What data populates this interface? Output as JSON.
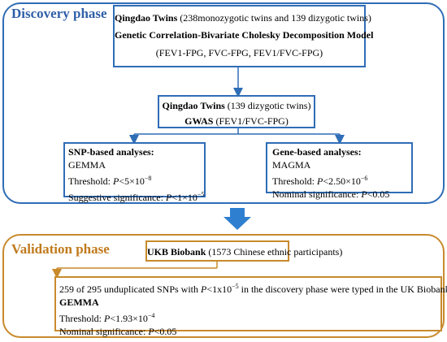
{
  "discovery": {
    "title": "Discovery phase",
    "box1": {
      "line1_bold": "Qingdao Twins",
      "line1_rest": " (238monozygotic twins and 139 dizygotic twins)",
      "line2": "Genetic Correlation-Bivariate Cholesky Decomposition Model",
      "line3": "(FEV1-FPG, FVC-FPG, FEV1/FVC-FPG)"
    },
    "box2": {
      "line1_bold": "Qingdao Twins",
      "line1_rest": " (139 dizygotic twins)",
      "line2_bold": "GWAS",
      "line2_rest": " (FEV1/FVC-FPG)"
    },
    "snp": {
      "heading": "SNP-based analyses:",
      "method": "GEMMA",
      "threshold_label": "Threshold: ",
      "threshold_p": "P",
      "threshold_value": "<5×10",
      "threshold_exp": "−8",
      "suggestive_label": "Suggestive significance: ",
      "suggestive_p": "P",
      "suggestive_value": "<1×10",
      "suggestive_exp": "−5"
    },
    "gene": {
      "heading": "Gene-based analyses:",
      "method": "MAGMA",
      "threshold_label": "Threshold: ",
      "threshold_p": "P",
      "threshold_value": "<2.50×10",
      "threshold_exp": "−6",
      "nominal_label": "Nominal significance: ",
      "nominal_p": "P",
      "nominal_value": "<0.05"
    }
  },
  "validation": {
    "title": "Validation phase",
    "ukb": {
      "bold": "UKB Biobank",
      "rest": " (1573 Chinese ethnic participants)"
    },
    "result": {
      "line1_a": "259 of 295 unduplicated SNPs with ",
      "line1_p": "P",
      "line1_b": "<1x10",
      "line1_exp": "−5",
      "line1_c": " in the discovery phase were typed in the UK Biobank:",
      "method": "GEMMA",
      "threshold_label": "Threshold: ",
      "threshold_p": "P",
      "threshold_value": "<1.93×10",
      "threshold_exp": "−4",
      "nominal_label": "Nominal significance: ",
      "nominal_p": "P",
      "nominal_value": "<0.05"
    }
  },
  "colors": {
    "discovery_border": "#2f6db6",
    "validation_border": "#c88a2c",
    "arrow": "#2f7fd0"
  }
}
